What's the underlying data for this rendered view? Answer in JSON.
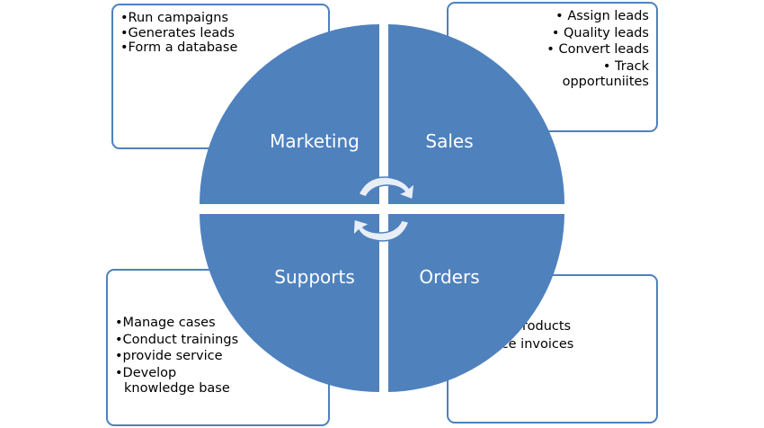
{
  "quadrants": {
    "marketing": {
      "label": "Marketing",
      "items": [
        "•Run campaigns",
        "•Generates leads",
        "•Form a database"
      ]
    },
    "sales": {
      "label": "Sales",
      "items": [
        "• Assign leads",
        "• Quality leads",
        "• Convert leads"
      ],
      "last_item_lines": [
        "• Track",
        "opportuniites"
      ]
    },
    "supports": {
      "label": "Supports",
      "items": [
        "•Manage cases",
        "•Conduct trainings",
        "•provide service"
      ],
      "last_item_lines": [
        "•Develop",
        "knowledge base"
      ]
    },
    "orders": {
      "label": "Orders",
      "items": [
        "•Deliver products",
        "•produce invoices"
      ]
    }
  },
  "colors": {
    "quadrant_fill": "#4f81bd",
    "box_border": "#4f81bd",
    "arrow_fill": "#e8eef7"
  },
  "icons": [
    "cycle-arrows-icon"
  ]
}
